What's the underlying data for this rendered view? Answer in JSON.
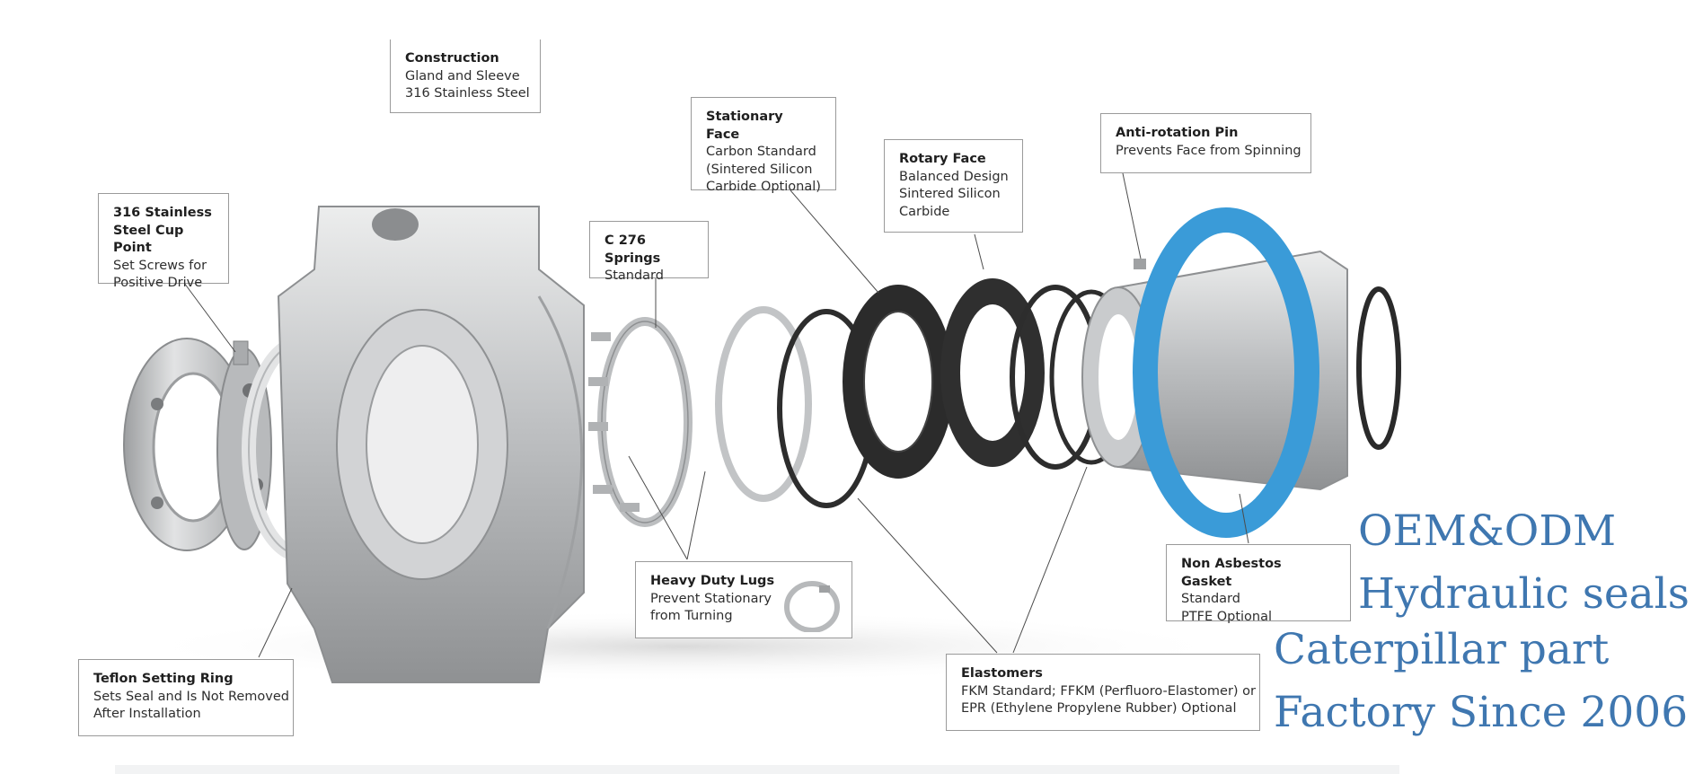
{
  "callouts": {
    "construction": {
      "title": "Construction",
      "lines": [
        "Gland and Sleeve",
        "316 Stainless Steel"
      ]
    },
    "cup_point": {
      "title_lines": [
        "316 Stainless",
        "Steel Cup Point"
      ],
      "lines": [
        "Set Screws for",
        "Positive Drive"
      ]
    },
    "springs": {
      "title": "C 276 Springs",
      "lines": [
        "Standard"
      ]
    },
    "stationary_face": {
      "title": "Stationary Face",
      "lines": [
        "Carbon Standard",
        "(Sintered Silicon",
        "Carbide Optional)"
      ]
    },
    "rotary_face": {
      "title": "Rotary Face",
      "lines": [
        "Balanced Design",
        "Sintered Silicon",
        "Carbide"
      ]
    },
    "anti_rotation": {
      "title": "Anti-rotation Pin",
      "lines": [
        "Prevents Face from Spinning"
      ]
    },
    "lugs": {
      "title": "Heavy Duty Lugs",
      "lines": [
        "Prevent Stationary",
        "from Turning"
      ]
    },
    "gasket": {
      "title": "Non Asbestos Gasket",
      "lines": [
        "Standard",
        "PTFE Optional"
      ]
    },
    "teflon": {
      "title": "Teflon Setting Ring",
      "lines": [
        "Sets Seal and Is Not Removed",
        "After Installation"
      ]
    },
    "elastomers": {
      "title": "Elastomers",
      "lines": [
        "FKM Standard; FFKM (Perfluoro-Elastomer) or",
        "EPR (Ethylene Propylene Rubber) Optional"
      ]
    }
  },
  "promo": {
    "line1": "OEM&ODM",
    "line2": "Hydraulic seals",
    "line3": "Caterpillar part",
    "line4": "Factory Since 2006"
  },
  "colors": {
    "promo_text": "#3f77b0",
    "gasket_blue": "#3a9bd8",
    "steel": "#c4c6c8",
    "rubber": "#2a2a2a"
  }
}
